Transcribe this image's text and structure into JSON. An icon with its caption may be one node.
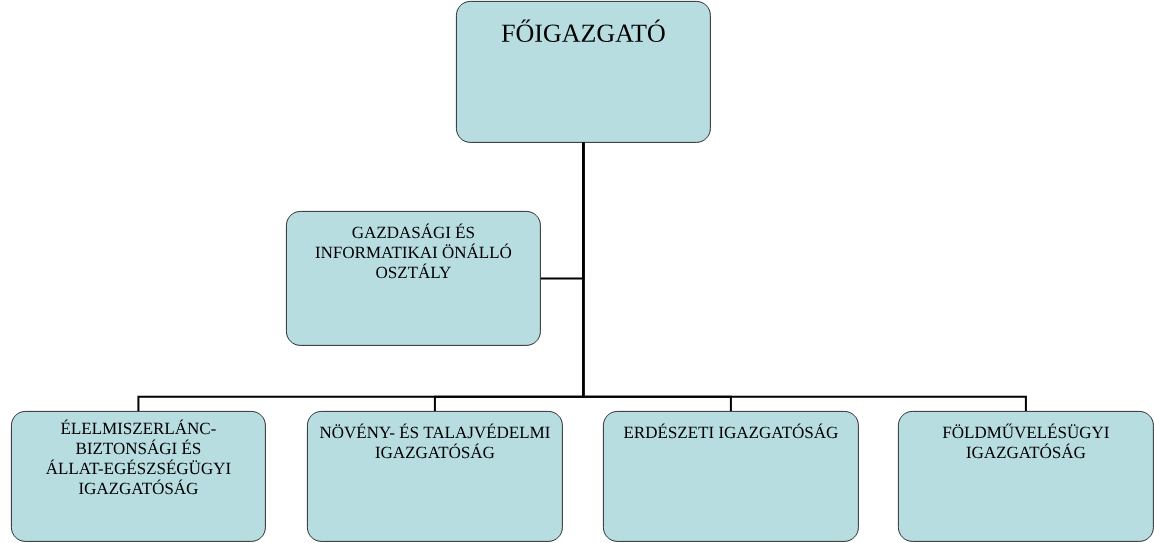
{
  "diagram": {
    "nodes": [
      {
        "text": [
          "FŐIGAZGATÓ"
        ]
      },
      {
        "text": [
          "GAZDASÁGI ÉS INFORMATIKAI ÖNÁLLÓ OSZTÁLY"
        ]
      },
      {
        "text": [
          "ÉLELMISZERLÁNC-BIZTONSÁGI ÉS ÁLLAT-EGÉSZSÉGÜGYI IGAZGATÓSÁG"
        ]
      },
      {
        "text": [
          "NÖVÉNY- ÉS TALAJVÉDELMI IGAZGATÓSÁG"
        ]
      },
      {
        "text": [
          "ERDÉSZETI IGAZGATÓSÁG"
        ]
      },
      {
        "text": [
          "FÖLDMŰVELÉSÜGYI IGAZGATÓSÁG"
        ]
      }
    ],
    "edges": [
      {
        "from": 0,
        "to": 1,
        "arrow": "none"
      },
      {
        "from": 0,
        "to": 2,
        "arrow": "none"
      },
      {
        "from": 0,
        "to": 3,
        "arrow": "none"
      },
      {
        "from": 0,
        "to": 4,
        "arrow": "none"
      },
      {
        "from": 0,
        "to": 5,
        "arrow": "none"
      }
    ]
  }
}
